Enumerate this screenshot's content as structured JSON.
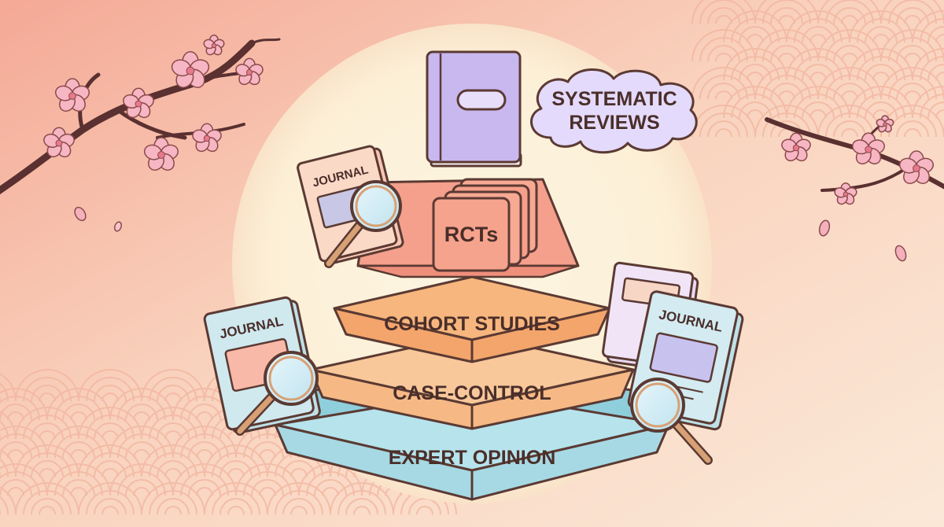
{
  "diagram": {
    "levels": [
      {
        "key": "systematic_reviews",
        "label_lines": [
          "SYSTEMATIC",
          "REVIEWS"
        ]
      },
      {
        "key": "rcts",
        "label": "RCTs"
      },
      {
        "key": "cohort",
        "label": "COHORT STUDIES"
      },
      {
        "key": "case_control",
        "label": "CASE-CONTROL"
      },
      {
        "key": "expert",
        "label": "EXPERT OPINION"
      }
    ],
    "journal_label": "JOURNAL"
  },
  "colors": {
    "background_top": "#f6b7a3",
    "background_bottom": "#fbe5d3",
    "halo": "#fdf3dc",
    "outline": "#5b3a33",
    "book_purple": "#c9b8ef",
    "cloud": "#e6ddfb",
    "rct_coral": "#f4a08c",
    "cohort_orange": "#f6b07b",
    "case_control_orange": "#f7c190",
    "expert_blue": "#a9dce6",
    "blossom": "#f6b6c3",
    "branch": "#5a3030"
  }
}
